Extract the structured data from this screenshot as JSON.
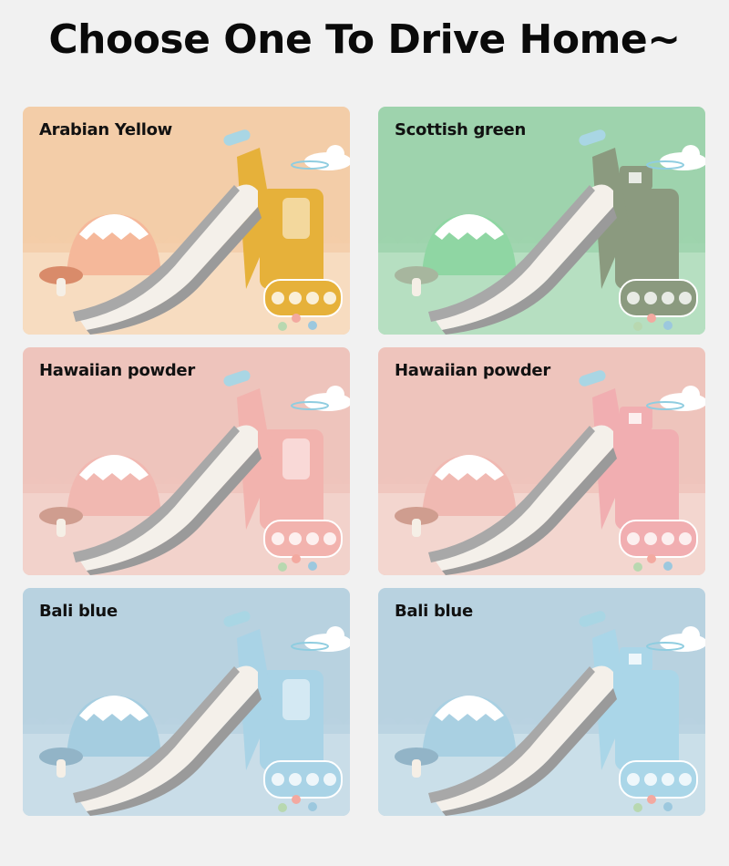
{
  "page": {
    "title": "Choose One To Drive Home~"
  },
  "cards": [
    {
      "label": "Arabian Yellow",
      "bg": "#f3cda8",
      "floor": "#f7dcc0",
      "accent": "#e6b13a",
      "dome": "#f5b89a",
      "mushroom": "#d98b6a",
      "variant": "excavator"
    },
    {
      "label": "Scottish green",
      "bg": "#9ed3ad",
      "floor": "#b6dfc1",
      "accent": "#8b9a7f",
      "dome": "#8fd6a3",
      "mushroom": "#a7b69e",
      "variant": "crane"
    },
    {
      "label": "Hawaiian powder",
      "bg": "#eec4bc",
      "floor": "#f2d2cb",
      "accent": "#f2b3ae",
      "dome": "#f1b8b1",
      "mushroom": "#cf9d8f",
      "variant": "excavator"
    },
    {
      "label": "Hawaiian powder",
      "bg": "#eec4bc",
      "floor": "#f3d6cf",
      "accent": "#f1aeb1",
      "dome": "#f0b9b2",
      "mushroom": "#cf9d8f",
      "variant": "crane"
    },
    {
      "label": "Bali blue",
      "bg": "#b8d2e0",
      "floor": "#c9dde8",
      "accent": "#a9d3e6",
      "dome": "#a5cde0",
      "mushroom": "#92b4c7",
      "variant": "excavator"
    },
    {
      "label": "Bali blue",
      "bg": "#b8d2e0",
      "floor": "#cadfe9",
      "accent": "#aad6e8",
      "dome": "#a9d0e2",
      "mushroom": "#92b4c7",
      "variant": "crane"
    }
  ]
}
